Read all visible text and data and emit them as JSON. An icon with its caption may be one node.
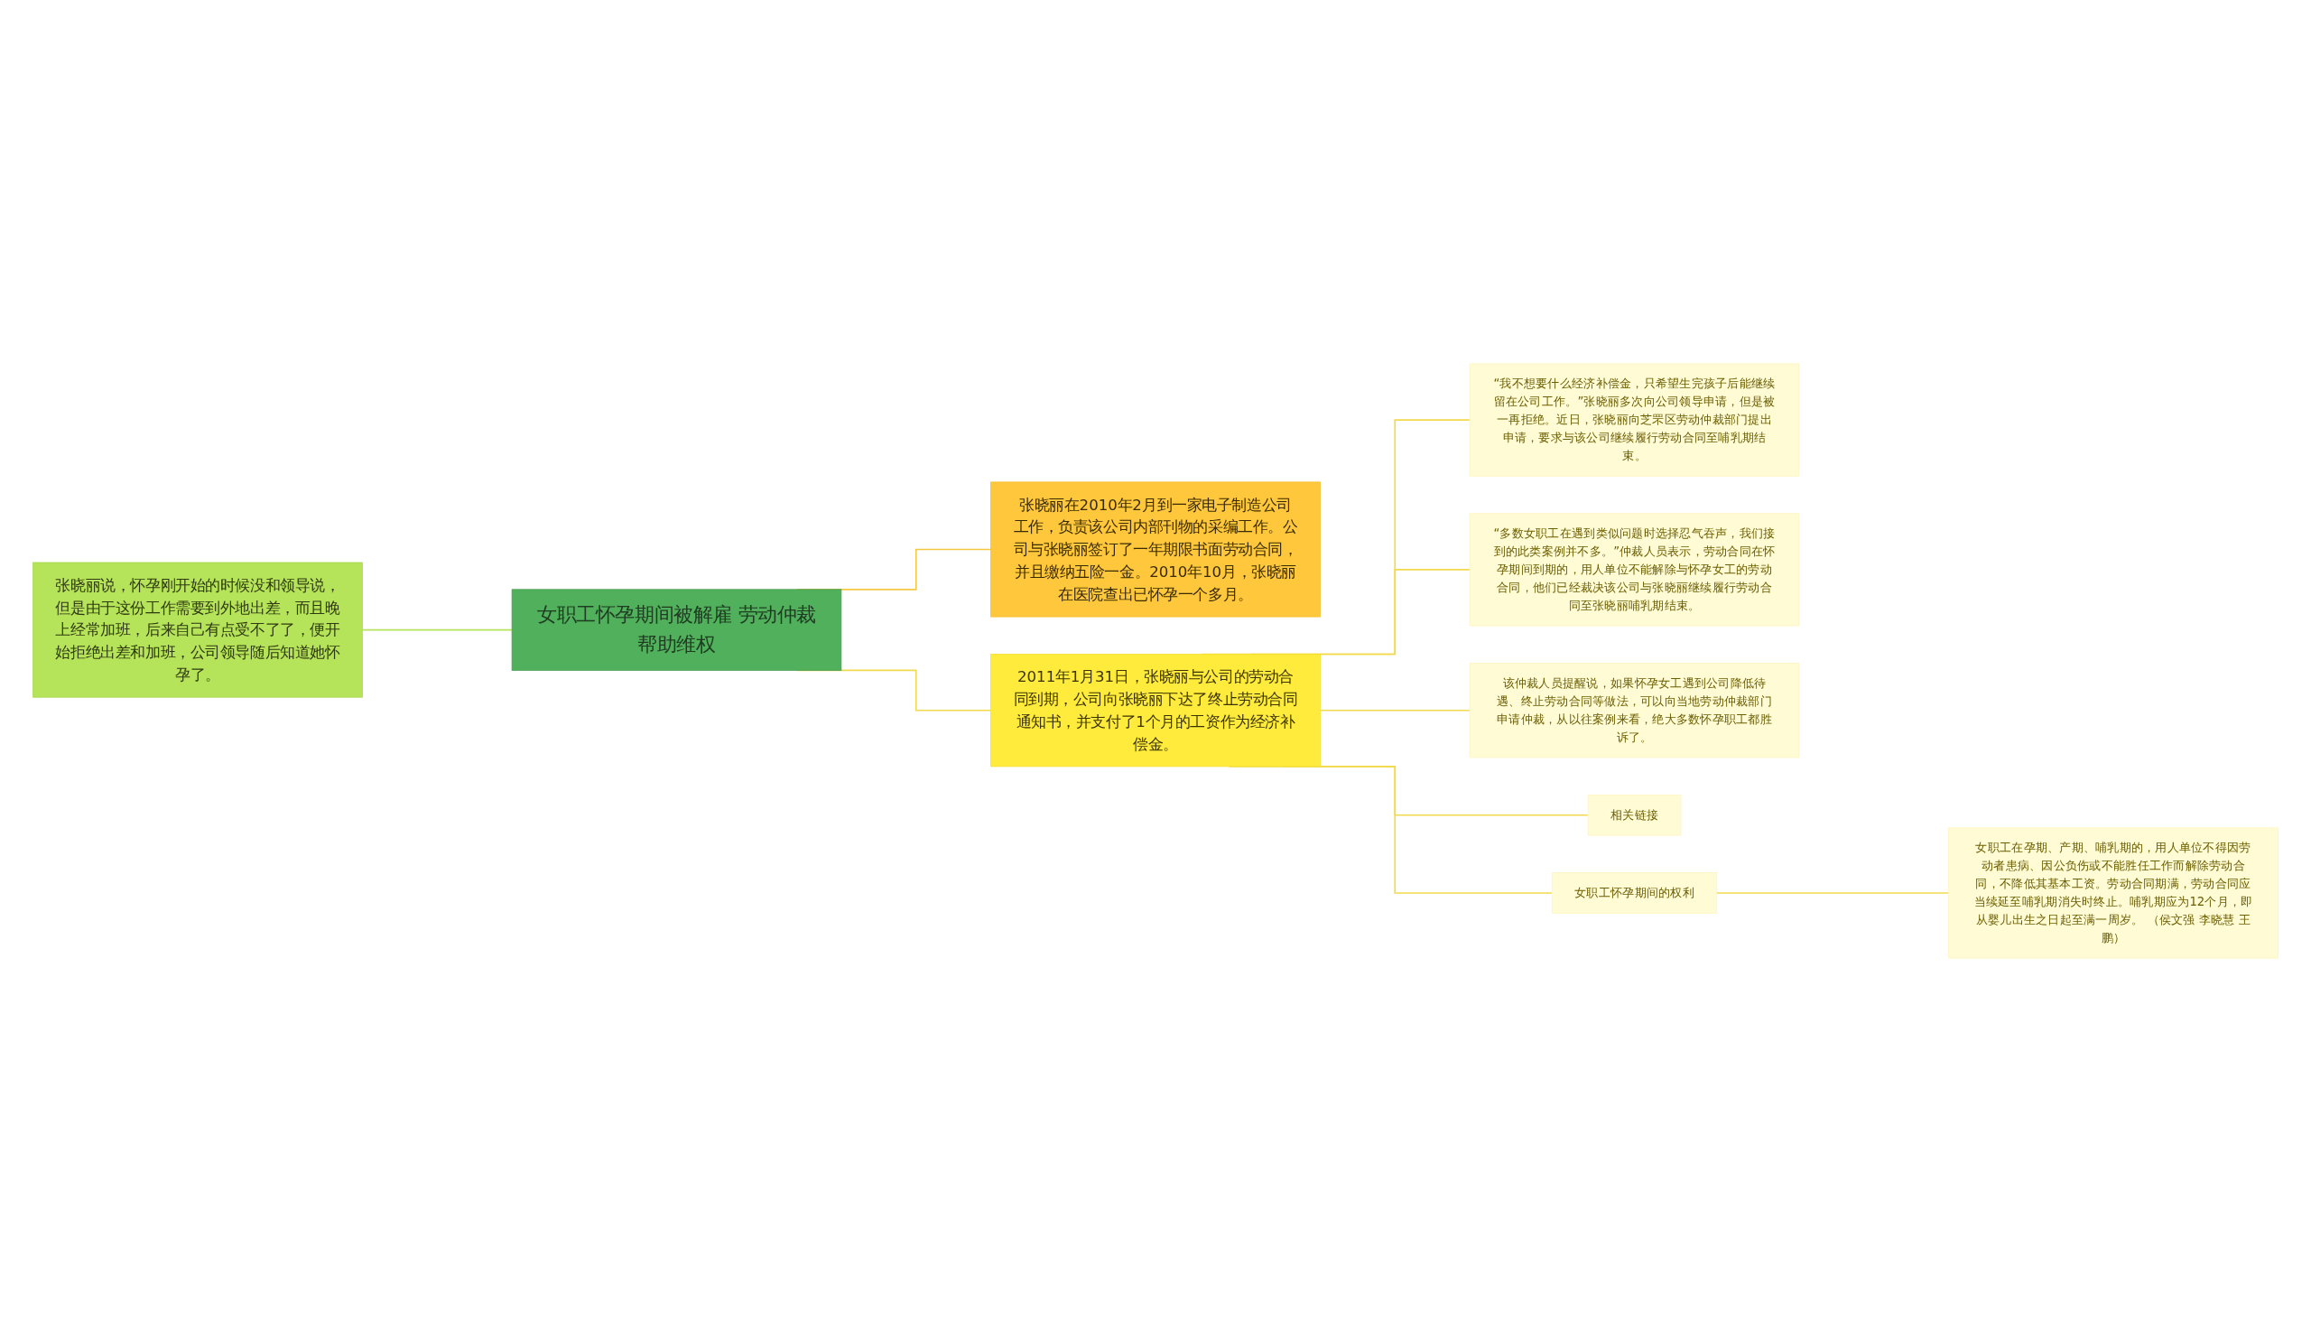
{
  "diagram": {
    "nodes": [
      {
        "text": [
          "女职工怀孕期间被解雇 劳动仲裁帮助维权"
        ]
      },
      {
        "text": [
          "张晓丽说，怀孕刚开始的时候没和领导说，但是由于这份工作需要到外地出差，而且晚上经常加班，后来自己有点受不了了，便开始拒绝出差和加班，公司领导随后知道她怀孕了。"
        ]
      },
      {
        "text": [
          "张晓丽在2010年2月到一家电子制造公司工作，负责该公司内部刊物的采编工作。公司与张晓丽签订了一年期限书面劳动合同，并且缴纳五险一金。2010年10月，张晓丽在医院查出已怀孕一个多月。"
        ]
      },
      {
        "text": [
          "2011年1月31日，张晓丽与公司的劳动合同到期，公司向张晓丽下达了终止劳动合同通知书，并支付了1个月的工资作为经济补偿金。"
        ]
      },
      {
        "text": [
          "“我不想要什么经济补偿金，只希望生完孩子后能继续留在公司工作。”张晓丽多次向公司领导申请，但是被一再拒绝。近日，张晓丽向芝罘区劳动仲裁部门提出申请，要求与该公司继续履行劳动合同至哺乳期结束。"
        ]
      },
      {
        "text": [
          "“多数女职工在遇到类似问题时选择忍气吞声，我们接到的此类案例并不多。”仲裁人员表示，劳动合同在怀孕期间到期的，用人单位不能解除与怀孕女工的劳动合同，他们已经裁决该公司与张晓丽继续履行劳动合同至张晓丽哺乳期结束。"
        ]
      },
      {
        "text": [
          "该仲裁人员提醒说，如果怀孕女工遇到公司降低待遇、终止劳动合同等做法，可以向当地劳动仲裁部门申请仲裁，从以往案例来看，绝大多数怀孕职工都胜诉了。"
        ]
      },
      {
        "text": [
          "相关链接"
        ]
      },
      {
        "text": [
          "女职工怀孕期间的权利"
        ]
      },
      {
        "text": [
          "女职工在孕期、产期、哺乳期的，用人单位不得因劳动者患病、因公负伤或不能胜任工作而解除劳动合同，不降低其基本工资。劳动合同期满，劳动合同应当续延至哺乳期消失时终止。哺乳期应为12个月，即从婴儿出生之日起至满一周岁。 （侯文强 李晓慧 王鹏）"
        ]
      }
    ],
    "edges": [
      {
        "from": 1,
        "to": 0,
        "arrow": "none",
        "color": "#b5e35a"
      },
      {
        "from": 0,
        "to": 2,
        "arrow": "none",
        "color": "#f5c842"
      },
      {
        "from": 0,
        "to": 3,
        "arrow": "none"
      },
      {
        "from": 3,
        "to": 4,
        "arrow": "none"
      },
      {
        "from": 3,
        "to": 5,
        "arrow": "none"
      },
      {
        "from": 3,
        "to": 6,
        "arrow": "none"
      },
      {
        "from": 3,
        "to": 7,
        "arrow": "none"
      },
      {
        "from": 3,
        "to": 8,
        "arrow": "none"
      },
      {
        "from": 8,
        "to": 9,
        "arrow": "none"
      }
    ]
  }
}
